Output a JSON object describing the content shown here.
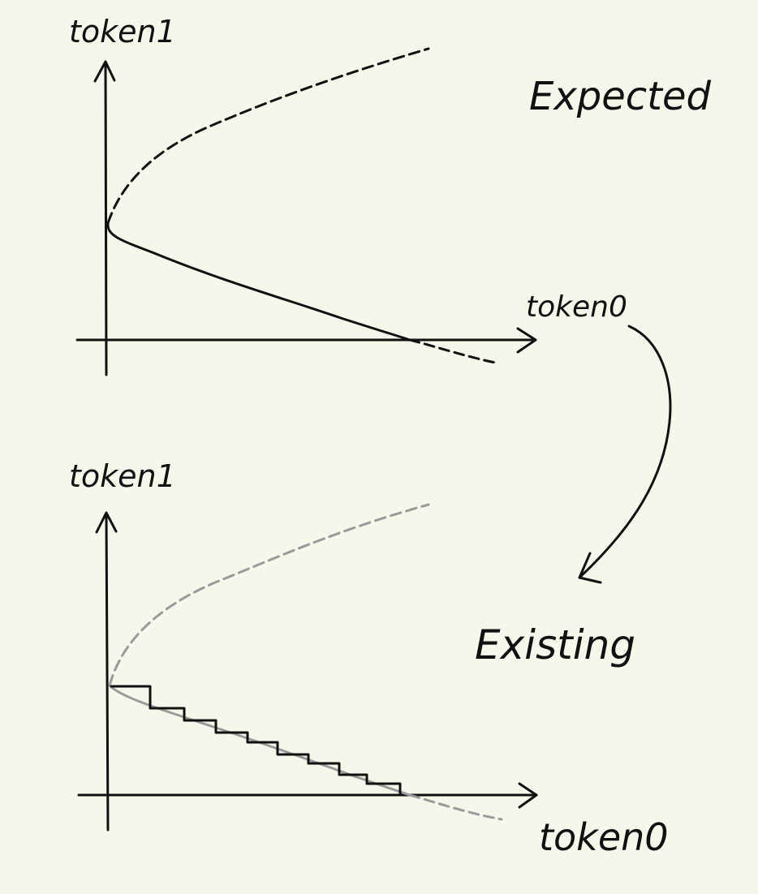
{
  "colors": {
    "background": "#f7f6eb",
    "ink": "#111111",
    "faded": "#9a9a9a"
  },
  "top_panel": {
    "y_axis_label": "token1",
    "x_axis_label": "token0",
    "caption": "Expected"
  },
  "bottom_panel": {
    "y_axis_label": "token1",
    "x_axis_label": "token0",
    "caption": "Existing"
  },
  "arrow": {
    "from": "Expected",
    "to": "Existing"
  }
}
